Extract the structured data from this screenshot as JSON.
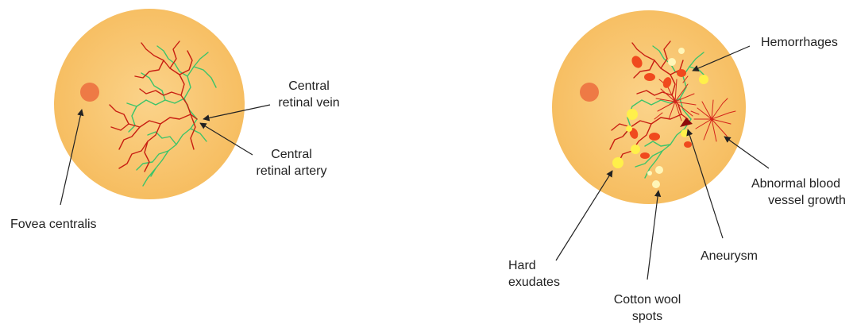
{
  "colors": {
    "retina_fill": "#F8C46E",
    "retina_edge": "#F3B050",
    "fovea": "#EE7A45",
    "artery": "#C81E12",
    "vein": "#3CC46A",
    "hemorrhage": "#F04A1E",
    "exudate": "#FFF04A",
    "cotton_wool": "#FFF6B8",
    "aneurysm": "#8E0A0A",
    "arrow": "#222222",
    "label": "#222222"
  },
  "normal_eye": {
    "labels": {
      "fovea": "Fovea centralis",
      "vein_line1": "Central",
      "vein_line2": "retinal vein",
      "artery_line1": "Central",
      "artery_line2": "retinal artery"
    }
  },
  "diseased_eye": {
    "labels": {
      "hemorrhages": "Hemorrhages",
      "abnormal_line1": "Abnormal blood",
      "abnormal_line2": "vessel growth",
      "aneurysm": "Aneurysm",
      "hard_line1": "Hard",
      "hard_line2": "exudates",
      "cotton_line1": "Cotton wool",
      "cotton_line2": "spots"
    }
  }
}
